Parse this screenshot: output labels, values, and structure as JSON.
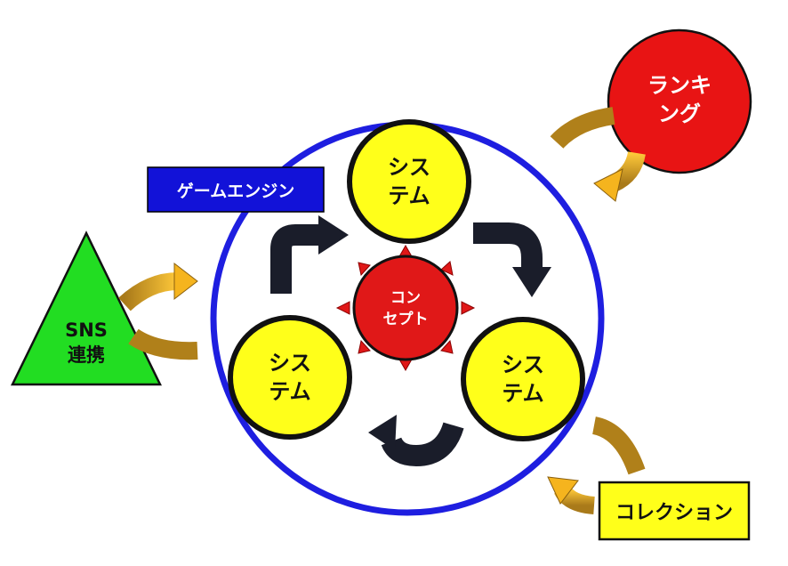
{
  "engine": {
    "label": "ゲームエンジン"
  },
  "concept": {
    "line1": "コン",
    "line2": "セプト"
  },
  "systems": [
    {
      "line1": "シス",
      "line2": "テム"
    },
    {
      "line1": "シス",
      "line2": "テム"
    },
    {
      "line1": "シス",
      "line2": "テム"
    }
  ],
  "ranking": {
    "line1": "ランキ",
    "line2": "ング"
  },
  "sns": {
    "line1": "SNS",
    "line2": "連携"
  },
  "collection": {
    "label": "コレクション"
  },
  "colors": {
    "engine_ring": "#1e1ee0",
    "engine_label_bg": "#1212d8",
    "system_fill": "#ffff1a",
    "concept_fill": "#e01818",
    "ranking_fill": "#e81414",
    "sns_fill": "#22dd22",
    "collection_fill": "#ffff1a",
    "cycle_arrow": "#1a1d2a",
    "connector_arrow": "#f5b41e",
    "connector_arrow_dark": "#b0801a"
  }
}
